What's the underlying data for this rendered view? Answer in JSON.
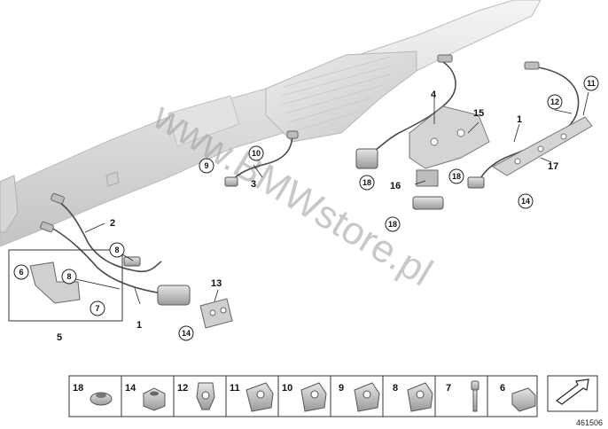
{
  "watermark": "www.BMWstore.pl",
  "image_number": "461506",
  "callouts": {
    "c1a": "1",
    "c1b": "1",
    "c2": "2",
    "c3": "3",
    "c4": "4",
    "c5": "5",
    "c6": "6",
    "c7": "7",
    "c8a": "8",
    "c8b": "8",
    "c9": "9",
    "c10": "10",
    "c11": "11",
    "c12": "12",
    "c13": "13",
    "c14a": "14",
    "c14b": "14",
    "c15": "15",
    "c16": "16",
    "c17": "17",
    "c18a": "18",
    "c18b": "18",
    "c18c": "18"
  },
  "parts_strip": [
    "18",
    "14",
    "12",
    "11",
    "10",
    "9",
    "8",
    "7",
    "6"
  ]
}
